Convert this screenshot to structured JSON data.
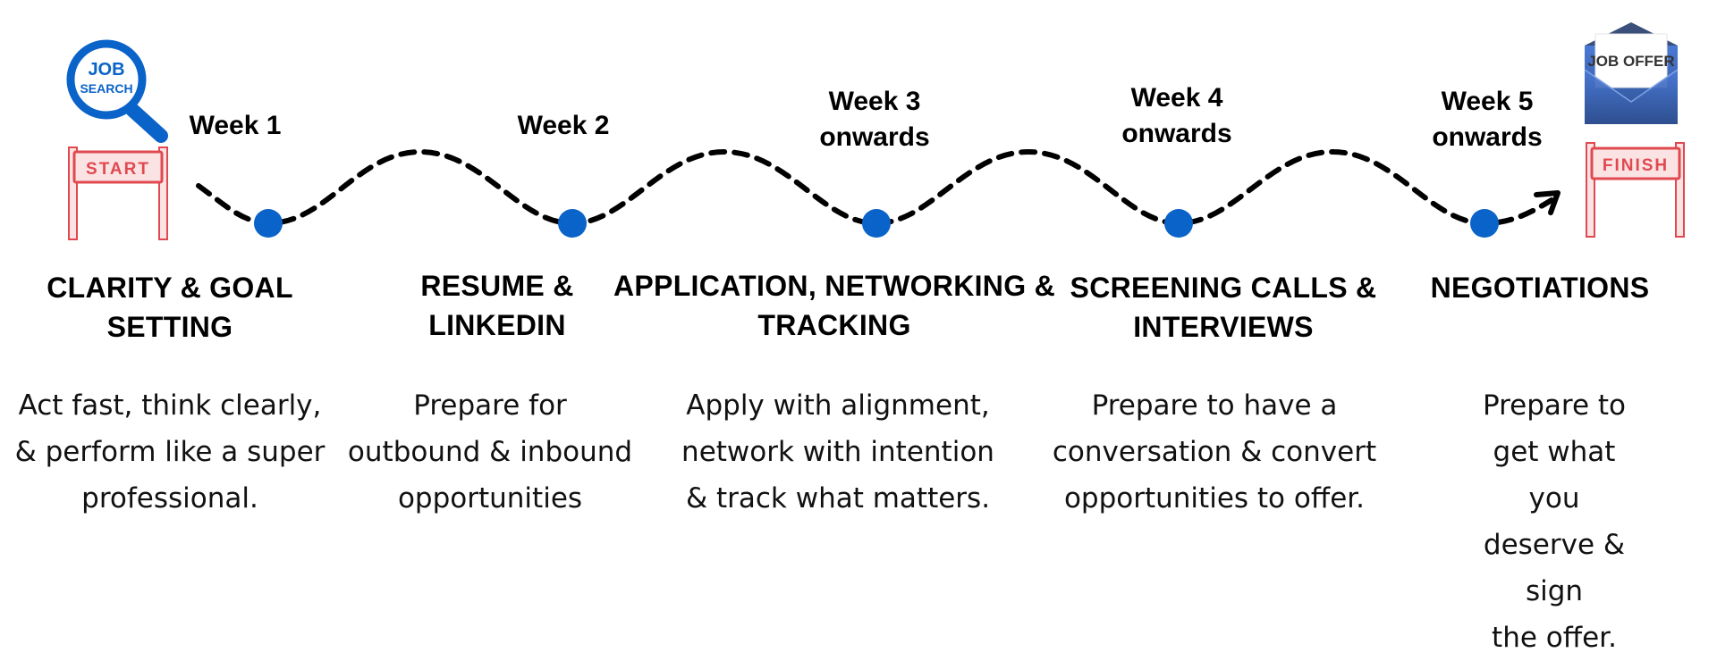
{
  "colors": {
    "path": "#000000",
    "milestone_dot": "#0a63c9",
    "icon_blue": "#0a63c9",
    "gate_red": "#e0494f",
    "gate_fill": "#fbe3e4",
    "envelope_blue": "#3f6fc9",
    "envelope_dark": "#3a4f7a",
    "letter_text": "#333333"
  },
  "start_icon": {
    "icon": "job-search-magnifier-icon",
    "magnifier_text_1": "JOB",
    "magnifier_text_2": "SEARCH",
    "gate_icon": "start-gate-icon",
    "gate_text": "START"
  },
  "finish_icon": {
    "icon": "job-offer-envelope-icon",
    "letter_text": "JOB OFFER",
    "gate_icon": "finish-gate-icon",
    "gate_text": "FINISH"
  },
  "stages": [
    {
      "week": "Week 1",
      "title": "CLARITY & GOAL\nSETTING",
      "description": "Act fast, think clearly,\n& perform like a super\nprofessional."
    },
    {
      "week": "Week 2",
      "title": "RESUME &\nLINKEDIN",
      "description": "Prepare for\noutbound & inbound\nopportunities"
    },
    {
      "week": "Week 3\nonwards",
      "title": "APPLICATION, NETWORKING &\nTRACKING",
      "description": "Apply with alignment,\nnetwork with intention\n& track what matters."
    },
    {
      "week": "Week 4\nonwards",
      "title": "SCREENING CALLS &\nINTERVIEWS",
      "description": "Prepare to have a\nconversation & convert\nopportunities to offer."
    },
    {
      "week": "Week 5\nonwards",
      "title": "NEGOTIATIONS",
      "description": "Prepare to get what\nyou deserve & sign\nthe offer."
    }
  ]
}
